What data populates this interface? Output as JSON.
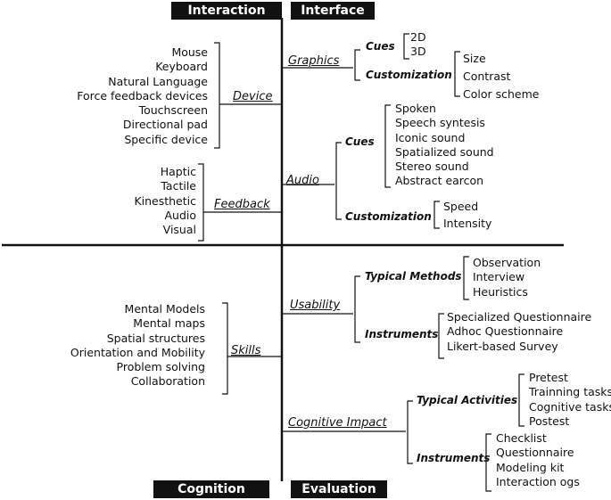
{
  "quadrants": {
    "interaction": "Interaction",
    "interface": "Interface",
    "cognition": "Cognition",
    "evaluation": "Evaluation"
  },
  "interaction": {
    "device": {
      "label": "Device",
      "items": [
        "Mouse",
        "Keyboard",
        "Natural Language",
        "Force feedback devices",
        "Touchscreen",
        "Directional pad",
        "Specific device"
      ]
    },
    "feedback": {
      "label": "Feedback",
      "items": [
        "Haptic",
        "Tactile",
        "Kinesthetic",
        "Audio",
        "Visual"
      ]
    }
  },
  "interface": {
    "graphics": {
      "label": "Graphics",
      "cues": {
        "label": "Cues",
        "items": [
          "2D",
          "3D"
        ]
      },
      "customization": {
        "label": "Customization",
        "items": [
          "Size",
          "Contrast",
          "Color scheme"
        ]
      }
    },
    "audio": {
      "label": "Audio",
      "cues": {
        "label": "Cues",
        "items": [
          "Spoken",
          "Speech syntesis",
          "Iconic sound",
          "Spatialized sound",
          "Stereo sound",
          "Abstract earcon"
        ]
      },
      "customization": {
        "label": "Customization",
        "items": [
          "Speed",
          "Intensity"
        ]
      }
    }
  },
  "cognition": {
    "skills": {
      "label": "Skills",
      "items": [
        "Mental Models",
        "Mental maps",
        "Spatial structures",
        "Orientation and Mobility",
        "Problem solving",
        "Collaboration"
      ]
    }
  },
  "evaluation": {
    "usability": {
      "label": "Usability",
      "typical_methods": {
        "label": "Typical Methods",
        "items": [
          "Observation",
          "Interview",
          "Heuristics"
        ]
      },
      "instruments": {
        "label": "Instruments",
        "items": [
          "Specialized Questionnaire",
          "Adhoc Questionnaire",
          "Likert-based Survey"
        ]
      }
    },
    "cognitive_impact": {
      "label": "Cognitive Impact",
      "typical_activities": {
        "label": "Typical Activities",
        "items": [
          "Pretest",
          "Trainning tasks",
          "Cognitive tasks",
          "Postest"
        ]
      },
      "instruments": {
        "label": "Instruments",
        "items": [
          "Checklist",
          "Questionnaire",
          "Modeling kit",
          "Interaction ogs"
        ]
      }
    }
  }
}
